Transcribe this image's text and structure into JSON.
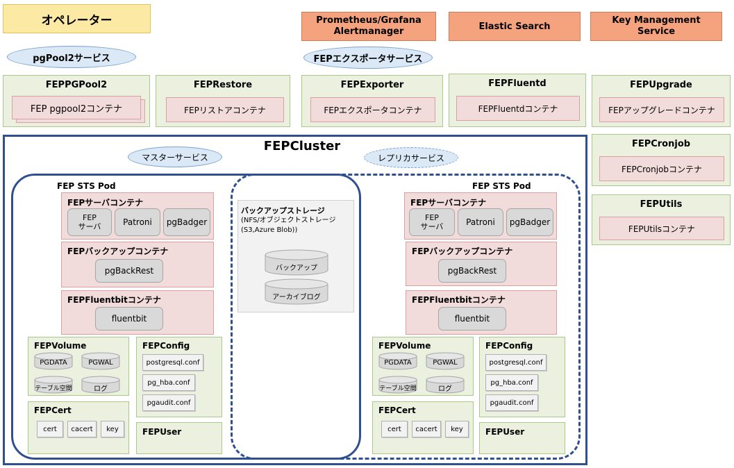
{
  "top": {
    "operator": "オペレーター",
    "prometheus": "Prometheus/Grafana\nAlertmanager",
    "elastic": "Elastic Search",
    "kms": "Key Management\nService"
  },
  "services": {
    "pgpool2_service": "pgPool2サービス",
    "exporter_service": "FEPエクスポータサービス",
    "master_service": "マスターサービス",
    "replica_service": "レプリカサービス"
  },
  "resources": {
    "pgpool2": {
      "title": "FEPPGPool2",
      "container": "FEP pgpool2コンテナ"
    },
    "restore": {
      "title": "FEPRestore",
      "container": "FEPリストアコンテナ"
    },
    "exporter": {
      "title": "FEPExporter",
      "container": "FEPエクスポータコンテナ"
    },
    "fluentd": {
      "title": "FEPFluentd",
      "container": "FEPFluentdコンテナ"
    },
    "upgrade": {
      "title": "FEPUpgrade",
      "container": "FEPアップグレードコンテナ"
    },
    "cronjob": {
      "title": "FEPCronjob",
      "container": "FEPCronjobコンテナ"
    },
    "utils": {
      "title": "FEPUtils",
      "container": "FEPUtilsコンテナ"
    }
  },
  "cluster": {
    "title": "FEPCluster",
    "pod_title": "FEP STS Pod",
    "server_container": "FEPサーバコンテナ",
    "fep_server": "FEP\nサーバ",
    "patroni": "Patroni",
    "pgbadger": "pgBadger",
    "backup_container": "FEPバックアップコンテナ",
    "pgbackrest": "pgBackRest",
    "fluentbit_container": "FEPFluentbitコンテナ",
    "fluentbit": "fluentbit",
    "volume": {
      "title": "FEPVolume",
      "pgdata": "PGDATA",
      "pgwal": "PGWAL",
      "tablespace": "テーブル空間",
      "log": "ログ"
    },
    "config": {
      "title": "FEPConfig",
      "postgresql": "postgresql.conf",
      "pg_hba": "pg_hba.conf",
      "pgaudit": "pgaudit.conf"
    },
    "cert": {
      "title": "FEPCert",
      "cert": "cert",
      "cacert": "cacert",
      "key": "key"
    },
    "user": {
      "title": "FEPUser"
    },
    "storage": {
      "title": "バックアップストレージ",
      "subtitle": "(NFS/オブジェクトストレージ\n(S3,Azure Blob))",
      "backup": "バックアップ",
      "archive": "アーカイブログ"
    }
  },
  "colors": {
    "cluster_border": "#2f4f8f",
    "green_fill": "#ebf1de",
    "pink_fill": "#f2dcdb",
    "orange_fill": "#f5a27f",
    "yellow_fill": "#fbe9a4",
    "ellipse_fill": "#dbe9f7"
  }
}
